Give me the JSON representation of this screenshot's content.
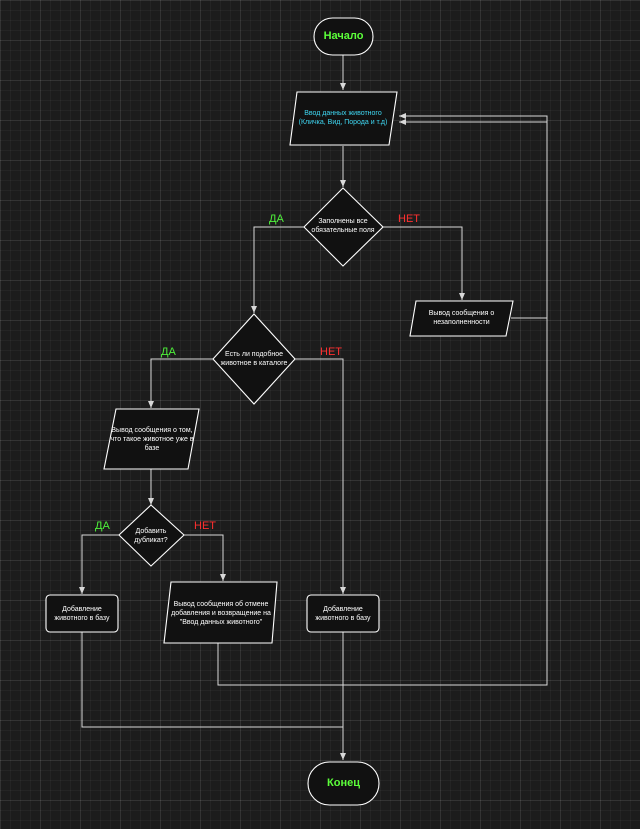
{
  "nodes": {
    "start": "Начало",
    "input": "Ввод данных животного\n(Кличка, Вид, Порода и т.д)",
    "check_fields": "Заполнены все\nобязательные поля",
    "msg_empty": "Вывод сообщения о\nнезаполненности",
    "check_exists": "Есть ли подобное\nживотное в каталоге",
    "msg_exists": "Вывод сообщения о том,\nчто такое животное уже в\nбазе",
    "ask_duplicate": "Добавить\nдубликат?",
    "add_dup": "Добавление\nживотного в базу",
    "msg_cancel": "Вывод сообщения об отмене\nдобавления и возвращение на\n\"Ввод данных животного\"",
    "add_new": "Добавление\nживотного в базу",
    "end": "Конец"
  },
  "labels": {
    "yes": "ДА",
    "no": "НЕТ"
  },
  "colors": {
    "background": "#1c1c1c",
    "start_end_text": "#5cff3a",
    "input_text": "#3fd7f2",
    "yes": "#4ef03a",
    "no": "#ff3030",
    "shape_stroke": "#ffffff",
    "shape_fill": "#111111"
  }
}
